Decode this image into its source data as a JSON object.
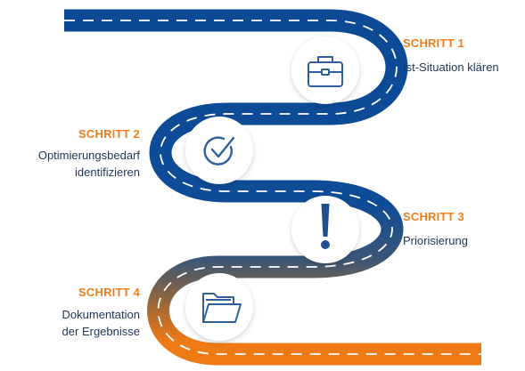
{
  "colors": {
    "road_top": "#0d4a96",
    "road_bottom": "#ee7a14",
    "step_title": "#ef7d1a",
    "step_text": "#1d3557",
    "icon_stroke": "#2f5f9c",
    "circle_fill": "#ffffff"
  },
  "steps": [
    {
      "title": "SCHRITT 1",
      "lines": [
        "Ist-Situation klären"
      ],
      "icon": "briefcase-icon"
    },
    {
      "title": "SCHRITT 2",
      "lines": [
        "Optimierungsbedarf",
        "identifizieren"
      ],
      "icon": "check-circle-icon"
    },
    {
      "title": "SCHRITT 3",
      "lines": [
        "Priorisierung"
      ],
      "icon": "exclamation-icon"
    },
    {
      "title": "SCHRITT 4",
      "lines": [
        "Dokumentation",
        "der Ergebnisse"
      ],
      "icon": "folder-icon"
    }
  ]
}
